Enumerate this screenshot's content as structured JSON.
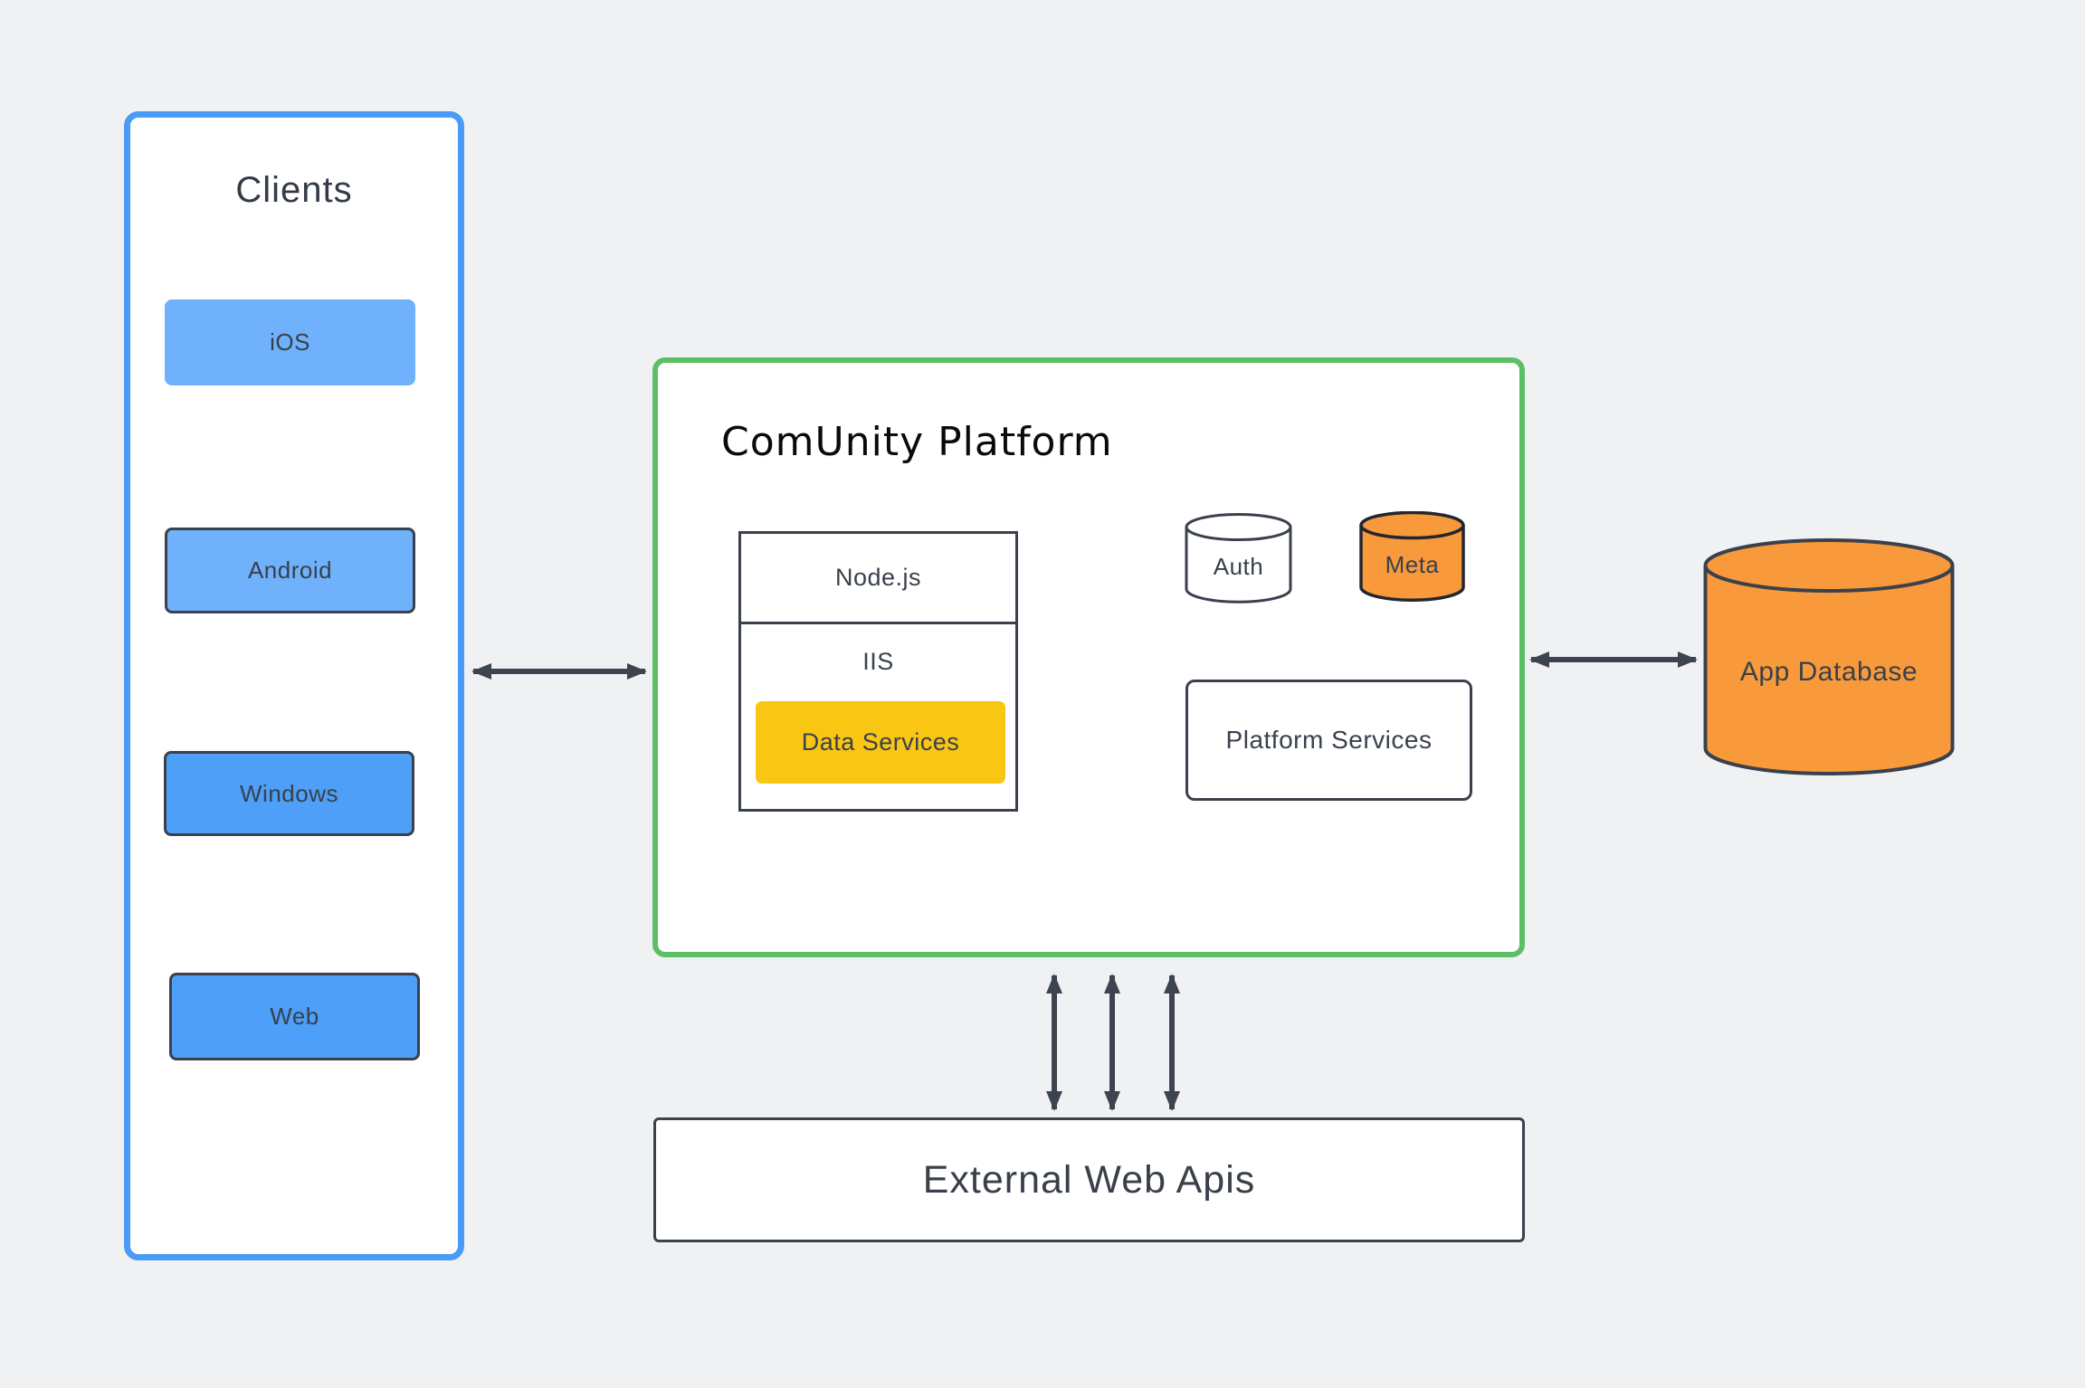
{
  "clients": {
    "title": "Clients",
    "items": [
      {
        "label": "iOS"
      },
      {
        "label": "Android"
      },
      {
        "label": "Windows"
      },
      {
        "label": "Web"
      }
    ]
  },
  "platform": {
    "title": "ComUnity Platform",
    "stack": {
      "top": "Node.js",
      "middle": "IIS",
      "inner": "Data Services"
    },
    "auth": "Auth",
    "meta": "Meta",
    "services": "Platform Services"
  },
  "database": {
    "label": "App Database"
  },
  "external": {
    "label": "External Web Apis"
  },
  "colors": {
    "bg": "#F0F1F3",
    "dark": "#3A414D",
    "arrow": "#3D4450",
    "blueBorder": "#4A9BF6",
    "lightBlue": "#6FB1FA",
    "medBlue": "#4D9FF7",
    "green": "#5CBF66",
    "orange": "#F89A3B",
    "yellow": "#F9C613"
  }
}
